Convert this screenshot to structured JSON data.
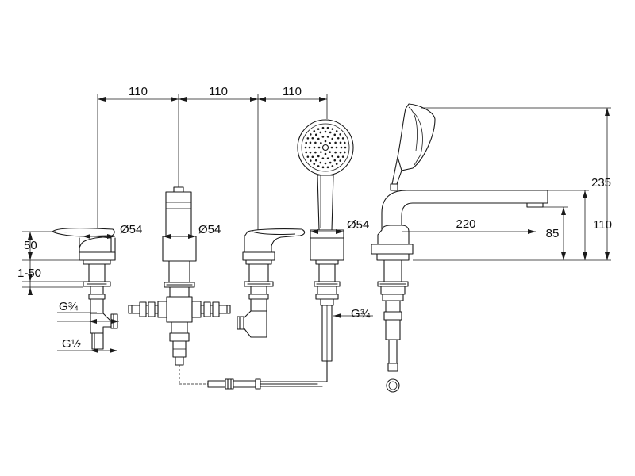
{
  "dimensions": {
    "spacing": [
      "110",
      "110",
      "110"
    ],
    "diameters": [
      "Ø54",
      "Ø54",
      "Ø54"
    ],
    "lever_height": "50",
    "deck_thickness": "1-50",
    "thread_upper_left": "G¾",
    "thread_lower_left": "G½",
    "thread_right": "G¾",
    "spout_reach": "220",
    "spout_height_85": "85",
    "spout_height_110": "110",
    "total_height": "235"
  },
  "colors": {
    "line": "#1a1a1a",
    "background": "#ffffff"
  }
}
